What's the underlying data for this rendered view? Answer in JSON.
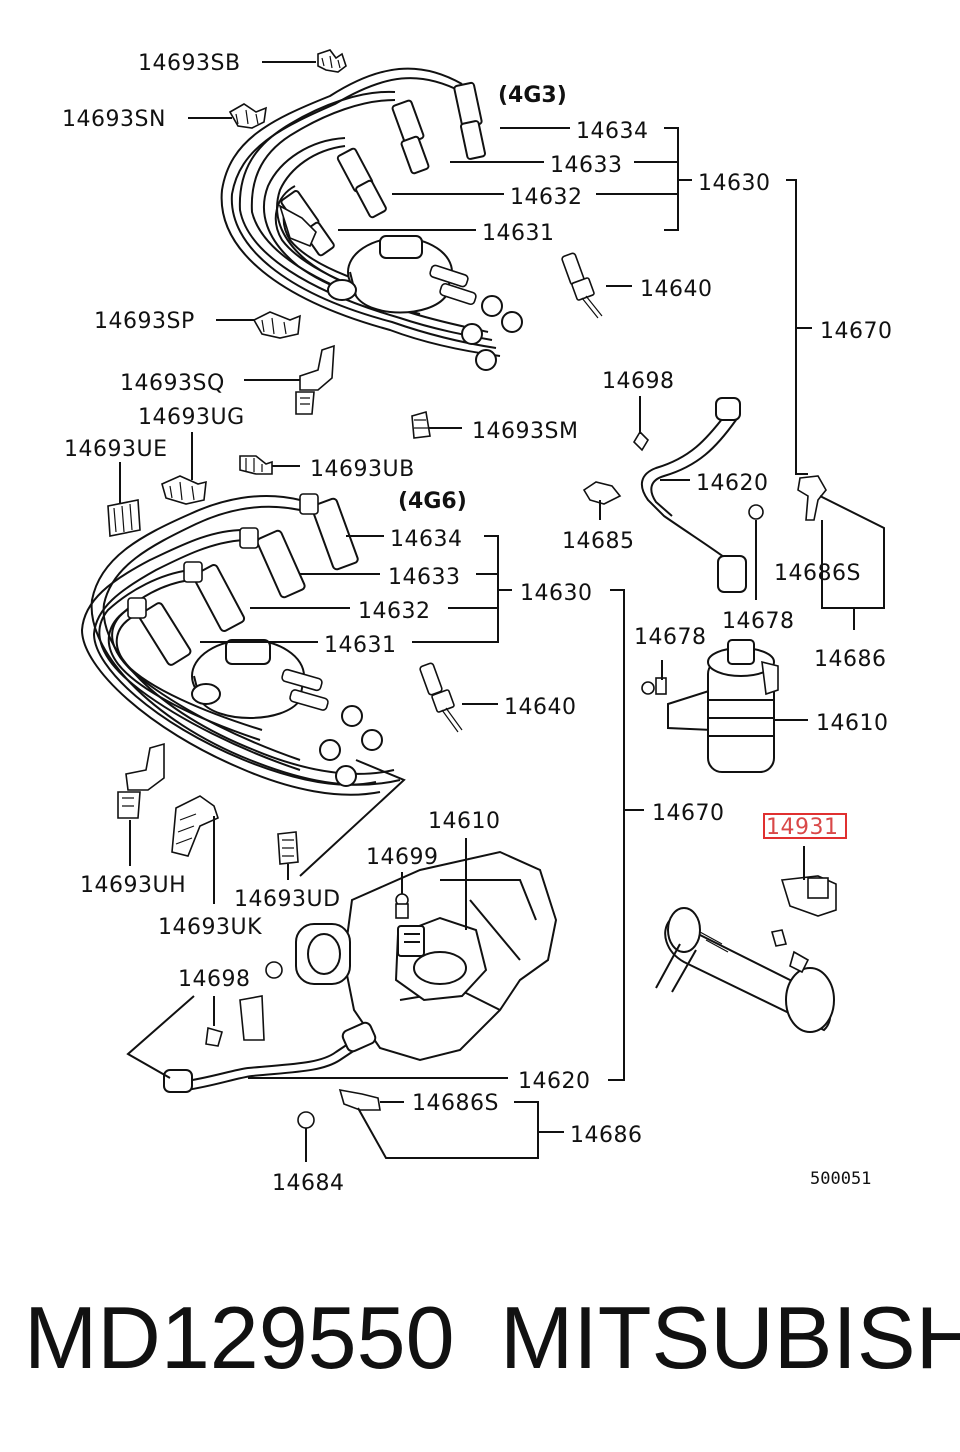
{
  "labels": {
    "l_14693SB": "14693SB",
    "l_14693SN": "14693SN",
    "l_4G3": "(4G3)",
    "l_14634a": "14634",
    "l_14633a": "14633",
    "l_14632a": "14632",
    "l_14631a": "14631",
    "l_14630a": "14630",
    "l_14640a": "14640",
    "l_14670a": "14670",
    "l_14693SP": "14693SP",
    "l_14693SQ": "14693SQ",
    "l_14698a": "14698",
    "l_14693UG": "14693UG",
    "l_14693UE": "14693UE",
    "l_14693SM": "14693SM",
    "l_14693UB": "14693UB",
    "l_14620a": "14620",
    "l_14685": "14685",
    "l_14686Sa": "14686S",
    "l_4G6": "(4G6)",
    "l_14634b": "14634",
    "l_14633b": "14633",
    "l_14632b": "14632",
    "l_14631b": "14631",
    "l_14630b": "14630",
    "l_14678a": "14678",
    "l_14678b": "14678",
    "l_14686a": "14686",
    "l_14640b": "14640",
    "l_14610a": "14610",
    "l_14670b": "14670",
    "l_14931": "14931",
    "l_14610b": "14610",
    "l_14699": "14699",
    "l_14693UH": "14693UH",
    "l_14693UD": "14693UD",
    "l_14693UK": "14693UK",
    "l_14698b": "14698",
    "l_14620b": "14620",
    "l_14686Sb": "14686S",
    "l_14686b": "14686",
    "l_14684": "14684",
    "l_500051": "500051"
  },
  "caption": {
    "part_number": "MD129550",
    "brand": "MITSUBISHI"
  },
  "colors": {
    "ink": "#111111",
    "highlight_box": "#e03030",
    "highlight_text": "#d94848",
    "background": "#ffffff"
  }
}
